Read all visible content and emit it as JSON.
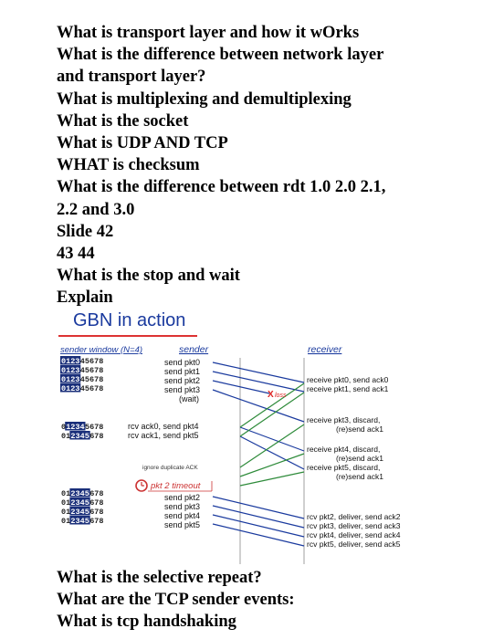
{
  "questions_top": [
    "What is transport layer and how it wOrks",
    "What is the difference between network layer",
    "and transport layer?",
    "What is multiplexing and demultiplexing",
    "What is the socket",
    "What is UDP AND TCP",
    "WHAT is checksum",
    "What is the difference between rdt 1.0 2.0 2.1,",
    "2.2 and 3.0",
    "Slide 42",
    "43 44",
    "What is the stop and wait",
    "Explain"
  ],
  "questions_bottom": [
    "What is the selective repeat?",
    "What are the TCP sender events:",
    "What is tcp handshaking"
  ],
  "figure": {
    "title": "GBN in action",
    "sender_window_label": "sender window (N=4)",
    "sender_label": "sender",
    "receiver_label": "receiver",
    "window_rows": [
      {
        "hl": "0123",
        "rest": "45678"
      },
      {
        "hl": "0123",
        "rest": "45678"
      },
      {
        "hl": "0123",
        "rest": "45678"
      },
      {
        "hl": "0123",
        "rest": "45678"
      },
      {
        "pre": "0",
        "hl": "1234",
        "rest": "5678"
      },
      {
        "pre": "01",
        "hl": "2345",
        "rest": "678"
      },
      {
        "pre": "01",
        "hl": "2345",
        "rest": "678"
      },
      {
        "pre": "01",
        "hl": "2345",
        "rest": "678"
      },
      {
        "pre": "01",
        "hl": "2345",
        "rest": "678"
      },
      {
        "pre": "01",
        "hl": "2345",
        "rest": "678"
      }
    ],
    "sender_events_1": [
      "send pkt0",
      "send pkt1",
      "send pkt2",
      "send pkt3",
      "(wait)"
    ],
    "sender_events_2": [
      "rcv ack0, send pkt4",
      "rcv ack1, send pkt5"
    ],
    "ignore_label": "ignore duplicate ACK",
    "timeout_label": "pkt 2 timeout",
    "sender_events_3": [
      "send pkt2",
      "send pkt3",
      "send pkt4",
      "send pkt5"
    ],
    "loss_label": "loss",
    "receiver_events_1": [
      "receive pkt0, send ack0",
      "receive pkt1, send ack1"
    ],
    "receiver_events_2": [
      "receive pkt3, discard,",
      "(re)send ack1"
    ],
    "receiver_events_3": [
      "receive pkt4, discard,",
      "(re)send ack1",
      "receive pkt5, discard,",
      "(re)send ack1"
    ],
    "receiver_events_4": [
      "rcv pkt2, deliver, send ack2",
      "rcv pkt3, deliver, send ack3",
      "rcv pkt4, deliver, send ack4",
      "rcv pkt5, deliver, send ack5"
    ],
    "colors": {
      "title": "#1a3a9e",
      "window_fill": "#1a2f7a",
      "ack": "#2e8b3a",
      "data": "#1a3a9e",
      "loss": "#d22",
      "timeout": "#c33"
    }
  }
}
